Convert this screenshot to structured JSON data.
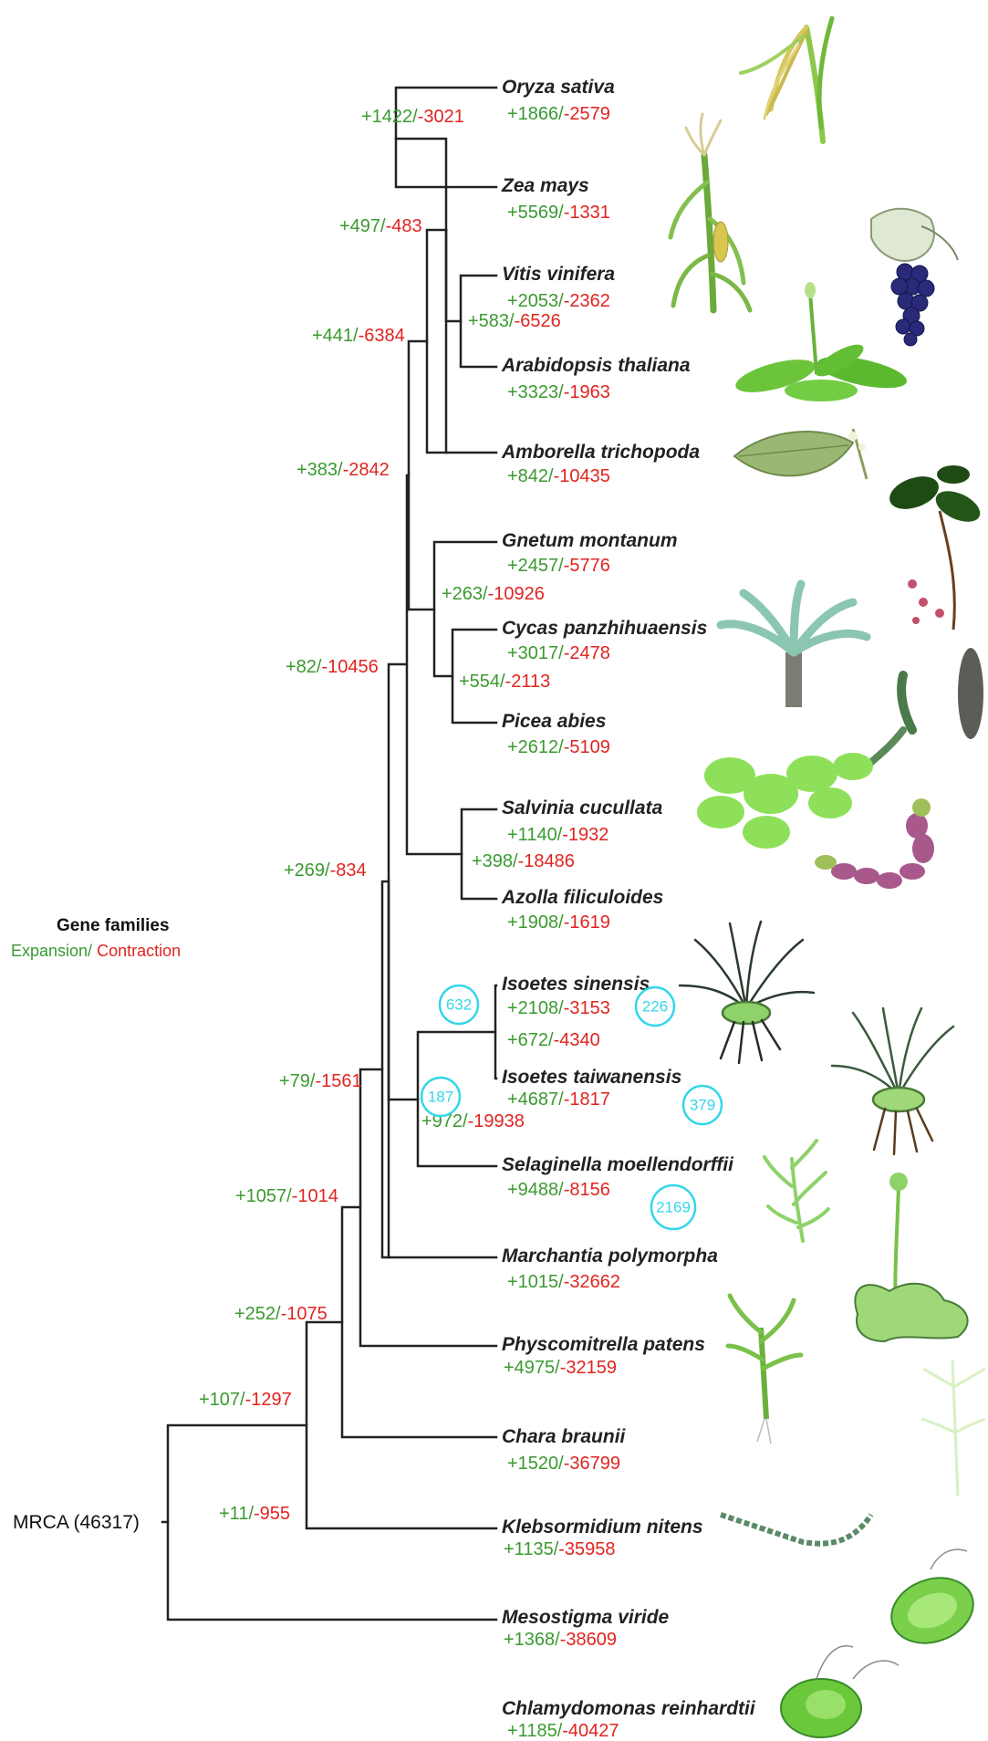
{
  "legend": {
    "title": "Gene families",
    "expansion": "Expansion/",
    "contraction": " Contraction"
  },
  "root": {
    "label": "MRCA (46317)"
  },
  "colors": {
    "expansion": "#3a9a30",
    "contraction": "#e0241f",
    "bubble": "#33d6ea",
    "branch": "#222222"
  },
  "taxa": [
    {
      "name": "Oryza sativa",
      "plus": "+1866/",
      "minus": "-2579",
      "icon": "rice-plant-icon"
    },
    {
      "name": "Zea mays",
      "plus": "+5569/",
      "minus": "-1331",
      "icon": "maize-plant-icon"
    },
    {
      "name": "Vitis vinifera",
      "plus": "+2053/",
      "minus": "-2362",
      "icon": "grape-vine-icon"
    },
    {
      "name": "Arabidopsis thaliana",
      "plus": "+3323/",
      "minus": "-1963",
      "icon": "arabidopsis-rosette-icon"
    },
    {
      "name": "Amborella trichopoda",
      "plus": "+842/",
      "minus": "-10435",
      "icon": "amborella-leaf-icon"
    },
    {
      "name": "Gnetum montanum",
      "plus": "+2457/",
      "minus": "-5776",
      "icon": "gnetum-vine-icon"
    },
    {
      "name": "Cycas panzhihuaensis",
      "plus": "+3017/",
      "minus": "-2478",
      "icon": "cycad-palm-icon"
    },
    {
      "name": "Picea abies",
      "plus": "+2612/",
      "minus": "-5109",
      "icon": "spruce-branch-cone-icon"
    },
    {
      "name": "Salvinia cucullata",
      "plus": "+1140/",
      "minus": "-1932",
      "icon": "salvinia-fern-icon"
    },
    {
      "name": "Azolla filiculoides",
      "plus": "+1908/",
      "minus": "-1619",
      "icon": "azolla-fern-icon"
    },
    {
      "name": "Isoetes sinensis",
      "plus": "+2108/",
      "minus": "-3153",
      "icon": "quillwort-icon"
    },
    {
      "name": "Isoetes taiwanensis",
      "plus": "+4687/",
      "minus": "-1817",
      "icon": "quillwort-icon"
    },
    {
      "name": "Selaginella moellendorffii",
      "plus": "+9488/",
      "minus": "-8156",
      "icon": "spikemoss-icon"
    },
    {
      "name": "Marchantia polymorpha",
      "plus": "+1015/",
      "minus": "-32662",
      "icon": "liverwort-icon"
    },
    {
      "name": "Physcomitrella patens",
      "plus": "+4975/",
      "minus": "-32159",
      "icon": "moss-icon"
    },
    {
      "name": "Chara braunii",
      "plus": "+1520/",
      "minus": "-36799",
      "icon": "stonewort-icon"
    },
    {
      "name": "Klebsormidium nitens",
      "plus": "+1135/",
      "minus": "-35958",
      "icon": "filamentous-alga-icon"
    },
    {
      "name": "Mesostigma viride",
      "plus": "+1368/",
      "minus": "-38609",
      "icon": "flagellate-alga-icon"
    },
    {
      "name": "Chlamydomonas reinhardtii",
      "plus": "+1185/",
      "minus": "-40427",
      "icon": "chlamydomonas-cell-icon"
    }
  ],
  "nodes": {
    "oryza_zea": {
      "plus": "+1422/",
      "minus": "-3021"
    },
    "monocots_eudicots": {
      "plus": "+497/",
      "minus": "-483"
    },
    "vitis_arabidopsis": {
      "plus": "+583/",
      "minus": "-6526"
    },
    "angiosperms": {
      "plus": "+441/",
      "minus": "-6384"
    },
    "seed_plants": {
      "plus": "+383/",
      "minus": "-2842"
    },
    "gymnosperms": {
      "plus": "+263/",
      "minus": "-10926"
    },
    "cycas_picea": {
      "plus": "+554/",
      "minus": "-2113"
    },
    "euphyllophytes": {
      "plus": "+82/",
      "minus": "-10456"
    },
    "ferns": {
      "plus": "+398/",
      "minus": "-18486"
    },
    "vascular_plants": {
      "plus": "+269/",
      "minus": "-834"
    },
    "isoetes": {
      "plus": "+672/",
      "minus": "-4340"
    },
    "lycophytes": {
      "plus": "+972/",
      "minus": "-19938"
    },
    "tracheophytes": {
      "plus": "+79/",
      "minus": "-1561"
    },
    "land_plants_a": {
      "plus": "+1057/",
      "minus": "-1014"
    },
    "land_plants_b": {
      "plus": "+252/",
      "minus": "-1075"
    },
    "streptophytes_a": {
      "plus": "+107/",
      "minus": "-1297"
    },
    "streptophytes_b": {
      "plus": "+11/",
      "minus": "-955"
    }
  },
  "bubbles": {
    "isoetes_node": "632",
    "isoetes_sinensis": "226",
    "lycophyte_node": "187",
    "isoetes_taiwanensis": "379",
    "selaginella": "2169"
  }
}
